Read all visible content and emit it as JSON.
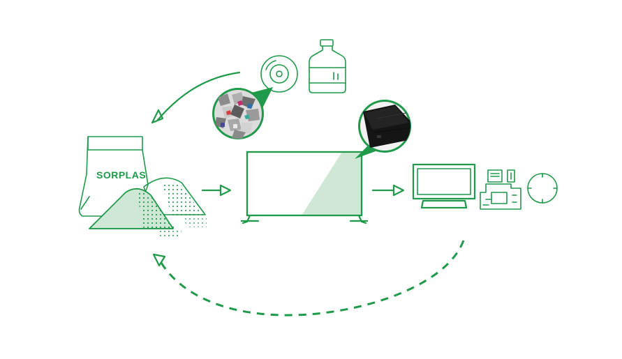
{
  "diagram": {
    "bag_label": "SORPLAS",
    "colors": {
      "accent": "#1f9a4a",
      "accent_fill": "#cfe8d5",
      "accent_fill_dark": "#b5dcbf",
      "panel_dark": "#151515"
    },
    "nodes": [
      {
        "id": "sorplas-bag",
        "icon": "bag-icon"
      },
      {
        "id": "recovered-materials",
        "icons": [
          "disc-icon",
          "water-bottle-icon",
          "plastic-scrap-photo"
        ]
      },
      {
        "id": "tv-panel",
        "icons": [
          "tv-panel-icon",
          "tv-back-photo"
        ]
      },
      {
        "id": "products",
        "icons": [
          "monitor-icon",
          "circuit-board-icon",
          "circle-part-icon"
        ]
      }
    ],
    "arrows": [
      {
        "from": "recovered-materials",
        "to": "sorplas-bag",
        "style": "solid"
      },
      {
        "from": "sorplas-bag",
        "to": "tv-panel",
        "style": "solid"
      },
      {
        "from": "tv-panel",
        "to": "products",
        "style": "solid"
      },
      {
        "from": "products",
        "to": "sorplas-bag",
        "style": "dashed"
      }
    ]
  }
}
